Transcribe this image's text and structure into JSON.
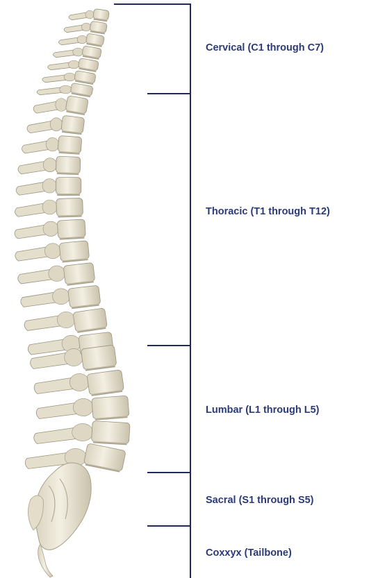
{
  "colors": {
    "bracket": "#1f2a5a",
    "label": "#2b3a7a",
    "bone": "#ece7d6",
    "bone_shadow": "#b8b19c",
    "bone_dark": "#9a937e"
  },
  "illustration": "spine-bones-icon",
  "regions": [
    {
      "label": "Cervical (C1 through C7)"
    },
    {
      "label": "Thoracic (T1 through T12)"
    },
    {
      "label": "Lumbar (L1 through L5)"
    },
    {
      "label": "Sacral (S1 through S5)"
    },
    {
      "label": "Coxxyx (Tailbone)"
    }
  ]
}
